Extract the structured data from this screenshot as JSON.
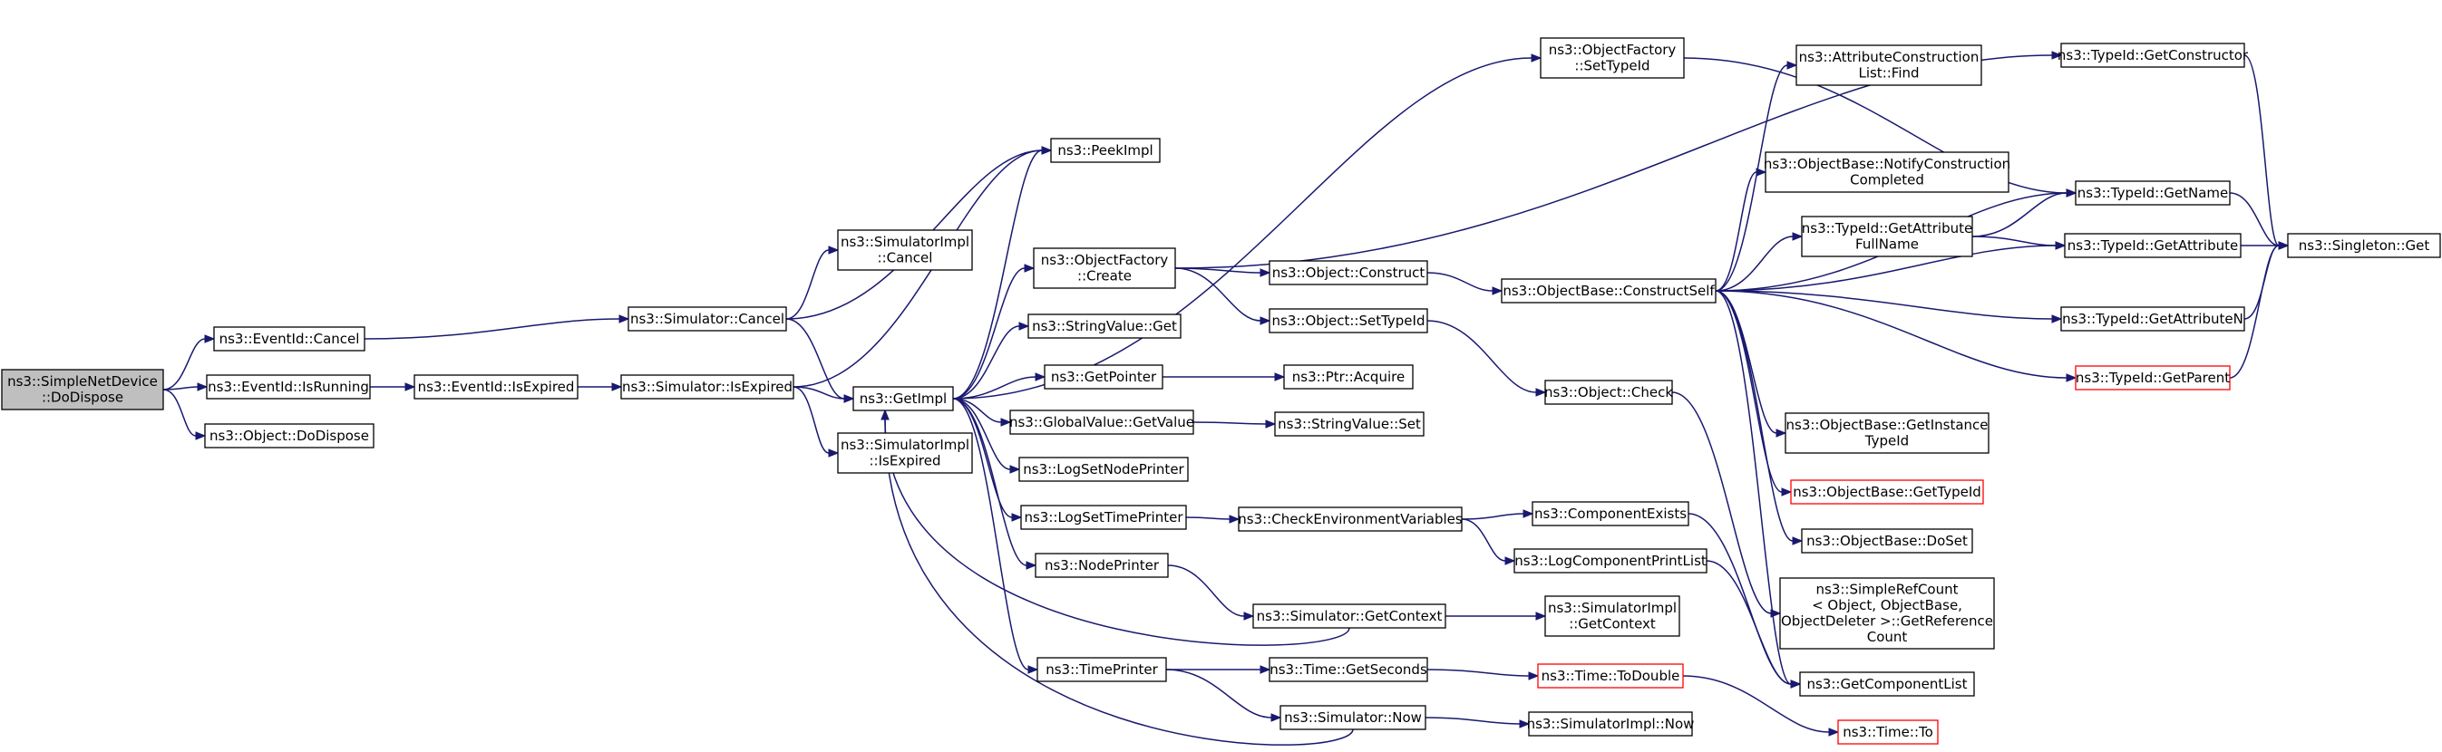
{
  "graph": {
    "nodes": [
      {
        "id": "root",
        "lines": [
          "ns3::SimpleNetDevice",
          "::DoDispose"
        ],
        "style": "root"
      },
      {
        "id": "evCancel",
        "lines": [
          "ns3::EventId::Cancel"
        ]
      },
      {
        "id": "evRunning",
        "lines": [
          "ns3::EventId::IsRunning"
        ]
      },
      {
        "id": "objDoDispose",
        "lines": [
          "ns3::Object::DoDispose"
        ]
      },
      {
        "id": "evExpired",
        "lines": [
          "ns3::EventId::IsExpired"
        ]
      },
      {
        "id": "simCancel",
        "lines": [
          "ns3::Simulator::Cancel"
        ]
      },
      {
        "id": "simExpired",
        "lines": [
          "ns3::Simulator::IsExpired"
        ]
      },
      {
        "id": "simImplCancel",
        "lines": [
          "ns3::SimulatorImpl",
          "::Cancel"
        ]
      },
      {
        "id": "simImplExpired",
        "lines": [
          "ns3::SimulatorImpl",
          "::IsExpired"
        ]
      },
      {
        "id": "getImpl",
        "lines": [
          "ns3::GetImpl"
        ]
      },
      {
        "id": "peekImpl",
        "lines": [
          "ns3::PeekImpl"
        ]
      },
      {
        "id": "ofCreate",
        "lines": [
          "ns3::ObjectFactory",
          "::Create"
        ]
      },
      {
        "id": "strGet",
        "lines": [
          "ns3::StringValue::Get"
        ]
      },
      {
        "id": "getPointer",
        "lines": [
          "ns3::GetPointer"
        ]
      },
      {
        "id": "gvGetValue",
        "lines": [
          "ns3::GlobalValue::GetValue"
        ]
      },
      {
        "id": "logNode",
        "lines": [
          "ns3::LogSetNodePrinter"
        ]
      },
      {
        "id": "logTime",
        "lines": [
          "ns3::LogSetTimePrinter"
        ]
      },
      {
        "id": "nodePrinter",
        "lines": [
          "ns3::NodePrinter"
        ]
      },
      {
        "id": "timePrinter",
        "lines": [
          "ns3::TimePrinter"
        ]
      },
      {
        "id": "ofSetTypeId",
        "lines": [
          "ns3::ObjectFactory",
          "::SetTypeId"
        ]
      },
      {
        "id": "objConstruct",
        "lines": [
          "ns3::Object::Construct"
        ]
      },
      {
        "id": "objSetTypeId",
        "lines": [
          "ns3::Object::SetTypeId"
        ]
      },
      {
        "id": "ptrAcquire",
        "lines": [
          "ns3::Ptr::Acquire"
        ]
      },
      {
        "id": "strSet",
        "lines": [
          "ns3::StringValue::Set"
        ]
      },
      {
        "id": "checkEnv",
        "lines": [
          "ns3::CheckEnvironmentVariables"
        ]
      },
      {
        "id": "simGetContext",
        "lines": [
          "ns3::Simulator::GetContext"
        ]
      },
      {
        "id": "timeGetSeconds",
        "lines": [
          "ns3::Time::GetSeconds"
        ]
      },
      {
        "id": "simNow",
        "lines": [
          "ns3::Simulator::Now"
        ]
      },
      {
        "id": "obConstructSelf",
        "lines": [
          "ns3::ObjectBase::ConstructSelf"
        ]
      },
      {
        "id": "objCheck",
        "lines": [
          "ns3::Object::Check"
        ]
      },
      {
        "id": "compExists",
        "lines": [
          "ns3::ComponentExists"
        ]
      },
      {
        "id": "logCompPrint",
        "lines": [
          "ns3::LogComponentPrintList"
        ]
      },
      {
        "id": "simImplGetContext",
        "lines": [
          "ns3::SimulatorImpl",
          "::GetContext"
        ]
      },
      {
        "id": "timeToDouble",
        "lines": [
          "ns3::Time::ToDouble"
        ],
        "style": "red"
      },
      {
        "id": "simImplNow",
        "lines": [
          "ns3::SimulatorImpl::Now"
        ]
      },
      {
        "id": "acListFind",
        "lines": [
          "ns3::AttributeConstruction",
          "List::Find"
        ]
      },
      {
        "id": "obNotify",
        "lines": [
          "ns3::ObjectBase::NotifyConstruction",
          "Completed"
        ]
      },
      {
        "id": "tidGetAttrFull",
        "lines": [
          "ns3::TypeId::GetAttribute",
          "FullName"
        ]
      },
      {
        "id": "obGetInstance",
        "lines": [
          "ns3::ObjectBase::GetInstance",
          "TypeId"
        ]
      },
      {
        "id": "obGetTypeId",
        "lines": [
          "ns3::ObjectBase::GetTypeId"
        ],
        "style": "red"
      },
      {
        "id": "obDoSet",
        "lines": [
          "ns3::ObjectBase::DoSet"
        ]
      },
      {
        "id": "srcGetRef",
        "lines": [
          "ns3::SimpleRefCount",
          "< Object, ObjectBase,",
          " ObjectDeleter >::GetReference",
          "Count"
        ]
      },
      {
        "id": "getCompList",
        "lines": [
          "ns3::GetComponentList"
        ]
      },
      {
        "id": "timeTo",
        "lines": [
          "ns3::Time::To"
        ],
        "style": "red"
      },
      {
        "id": "tidGetConstructor",
        "lines": [
          "ns3::TypeId::GetConstructor"
        ]
      },
      {
        "id": "tidGetName",
        "lines": [
          "ns3::TypeId::GetName"
        ]
      },
      {
        "id": "tidGetAttribute",
        "lines": [
          "ns3::TypeId::GetAttribute"
        ]
      },
      {
        "id": "tidGetAttributeN",
        "lines": [
          "ns3::TypeId::GetAttributeN"
        ]
      },
      {
        "id": "tidGetParent",
        "lines": [
          "ns3::TypeId::GetParent"
        ],
        "style": "red"
      },
      {
        "id": "singletonGet",
        "lines": [
          "ns3::Singleton::Get"
        ]
      }
    ],
    "edges": [
      [
        "root",
        "evCancel"
      ],
      [
        "root",
        "evRunning"
      ],
      [
        "root",
        "objDoDispose"
      ],
      [
        "evCancel",
        "simCancel"
      ],
      [
        "evRunning",
        "evExpired"
      ],
      [
        "evExpired",
        "simExpired"
      ],
      [
        "simCancel",
        "simImplCancel"
      ],
      [
        "simCancel",
        "getImpl"
      ],
      [
        "simCancel",
        "peekImpl"
      ],
      [
        "simExpired",
        "getImpl"
      ],
      [
        "simExpired",
        "simImplExpired"
      ],
      [
        "simExpired",
        "peekImpl"
      ],
      [
        "getImpl",
        "peekImpl"
      ],
      [
        "getImpl",
        "ofCreate"
      ],
      [
        "getImpl",
        "strGet"
      ],
      [
        "getImpl",
        "getPointer"
      ],
      [
        "getImpl",
        "gvGetValue"
      ],
      [
        "getImpl",
        "logNode"
      ],
      [
        "getImpl",
        "logTime"
      ],
      [
        "getImpl",
        "nodePrinter"
      ],
      [
        "getImpl",
        "timePrinter"
      ],
      [
        "getImpl",
        "ofSetTypeId"
      ],
      [
        "ofCreate",
        "objConstruct"
      ],
      [
        "ofCreate",
        "objSetTypeId"
      ],
      [
        "ofCreate",
        "tidGetConstructor"
      ],
      [
        "ofSetTypeId",
        "tidGetName"
      ],
      [
        "getPointer",
        "ptrAcquire"
      ],
      [
        "gvGetValue",
        "strSet"
      ],
      [
        "logTime",
        "checkEnv"
      ],
      [
        "checkEnv",
        "compExists"
      ],
      [
        "checkEnv",
        "logCompPrint"
      ],
      [
        "nodePrinter",
        "simGetContext"
      ],
      [
        "simGetContext",
        "getImpl"
      ],
      [
        "simGetContext",
        "simImplGetContext"
      ],
      [
        "timePrinter",
        "timeGetSeconds"
      ],
      [
        "timePrinter",
        "simNow"
      ],
      [
        "simNow",
        "getImpl"
      ],
      [
        "simNow",
        "simImplNow"
      ],
      [
        "timeGetSeconds",
        "timeToDouble"
      ],
      [
        "timeToDouble",
        "timeTo"
      ],
      [
        "objConstruct",
        "obConstructSelf"
      ],
      [
        "objSetTypeId",
        "objCheck"
      ],
      [
        "objCheck",
        "srcGetRef"
      ],
      [
        "obConstructSelf",
        "acListFind"
      ],
      [
        "obConstructSelf",
        "obNotify"
      ],
      [
        "obConstructSelf",
        "tidGetAttrFull"
      ],
      [
        "obConstructSelf",
        "tidGetName"
      ],
      [
        "obConstructSelf",
        "tidGetAttribute"
      ],
      [
        "obConstructSelf",
        "tidGetAttributeN"
      ],
      [
        "obConstructSelf",
        "tidGetParent"
      ],
      [
        "obConstructSelf",
        "obGetInstance"
      ],
      [
        "obConstructSelf",
        "obGetTypeId"
      ],
      [
        "obConstructSelf",
        "obDoSet"
      ],
      [
        "obConstructSelf",
        "getCompList"
      ],
      [
        "compExists",
        "getCompList"
      ],
      [
        "logCompPrint",
        "getCompList"
      ],
      [
        "tidGetAttrFull",
        "tidGetName"
      ],
      [
        "tidGetAttrFull",
        "tidGetAttribute"
      ],
      [
        "tidGetConstructor",
        "singletonGet"
      ],
      [
        "tidGetName",
        "singletonGet"
      ],
      [
        "tidGetAttribute",
        "singletonGet"
      ],
      [
        "tidGetAttributeN",
        "singletonGet"
      ],
      [
        "tidGetParent",
        "singletonGet"
      ]
    ]
  }
}
